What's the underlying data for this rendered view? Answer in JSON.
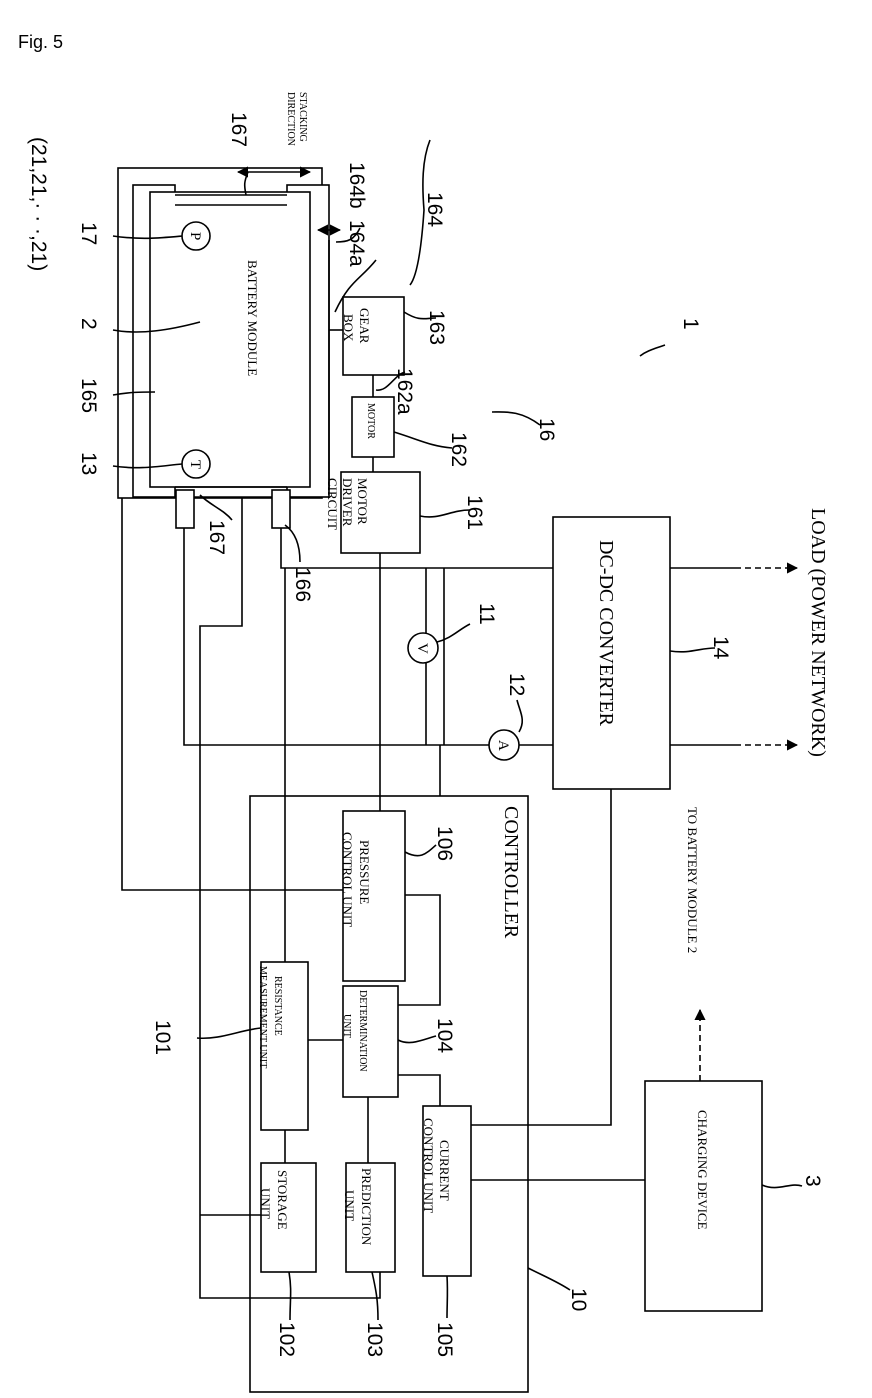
{
  "figure_label": "Fig. 5",
  "blocks": {
    "battery_module": "BATTERY MODULE",
    "gear_box": [
      "GEAR",
      "BOX"
    ],
    "motor": "MOTOR",
    "motor_driver": [
      "MOTOR",
      "DRIVER",
      "CIRCUIT"
    ],
    "dcdc": "DC-DC CONVERTER",
    "load": "LOAD (POWER NETWORK)",
    "controller": "CONTROLLER",
    "pressure_control": [
      "PRESSURE",
      "CONTROL UNIT"
    ],
    "determination": [
      "DETERMINATION",
      "UNIT"
    ],
    "resistance": [
      "RESISTANCE",
      "MEASUREMENT UNIT"
    ],
    "current_control": [
      "CURRENT",
      "CONTROL UNIT"
    ],
    "storage": [
      "STORAGE",
      "UNIT"
    ],
    "prediction": [
      "PREDICTION",
      "UNIT"
    ],
    "charging": "CHARGING DEVICE",
    "to_battery": "TO BATTERY MODULE 2",
    "stacking": [
      "STACKING",
      "DIRECTION"
    ]
  },
  "symbols": {
    "pressure": "P",
    "temperature": "T",
    "voltmeter": "V",
    "ammeter": "A"
  },
  "refs": {
    "r1": "1",
    "r2": "2",
    "r3": "3",
    "r10": "10",
    "r11": "11",
    "r12": "12",
    "r13": "13",
    "r14": "14",
    "r16": "16",
    "r17": "17",
    "r101": "101",
    "r102": "102",
    "r103": "103",
    "r104": "104",
    "r105": "105",
    "r106": "106",
    "r161": "161",
    "r162": "162",
    "r162a": "162a",
    "r163": "163",
    "r164": "164",
    "r164a": "164a",
    "r164b": "164b",
    "r165": "165",
    "r166": "166",
    "r167_top": "167",
    "r167_bottom": "167",
    "cells": "(21,21,· · ·,21)"
  }
}
